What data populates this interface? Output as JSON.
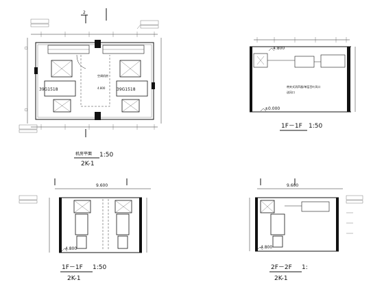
{
  "views": {
    "plan": {
      "caption_title": "机房平面",
      "caption_scale": "1:50",
      "caption_code": "2K-1",
      "room_label": "空调机房",
      "elevation": "4.800",
      "unit_label_left": "39G1518",
      "unit_label_right": "39G1518",
      "section_marker": "2"
    },
    "section_1": {
      "caption_title": "1F－1F",
      "caption_scale": "1:50",
      "elevation_top": "4.800",
      "elevation_floor": "±0.000",
      "note_line1": "带夹式消声器/单层百叶风口",
      "note_line2": "送风口"
    },
    "section_2": {
      "caption_title": "1F－1F",
      "caption_scale": "1:50",
      "caption_code": "2K-1",
      "span_dim": "9.600",
      "elevation": "4.800"
    },
    "section_3": {
      "caption_title": "2F－2F",
      "caption_scale": "1:",
      "caption_code": "2K-1",
      "span_dim": "9.600",
      "elevation": "4.800"
    }
  },
  "colors": {
    "line": "#111111",
    "background": "#ffffff"
  }
}
